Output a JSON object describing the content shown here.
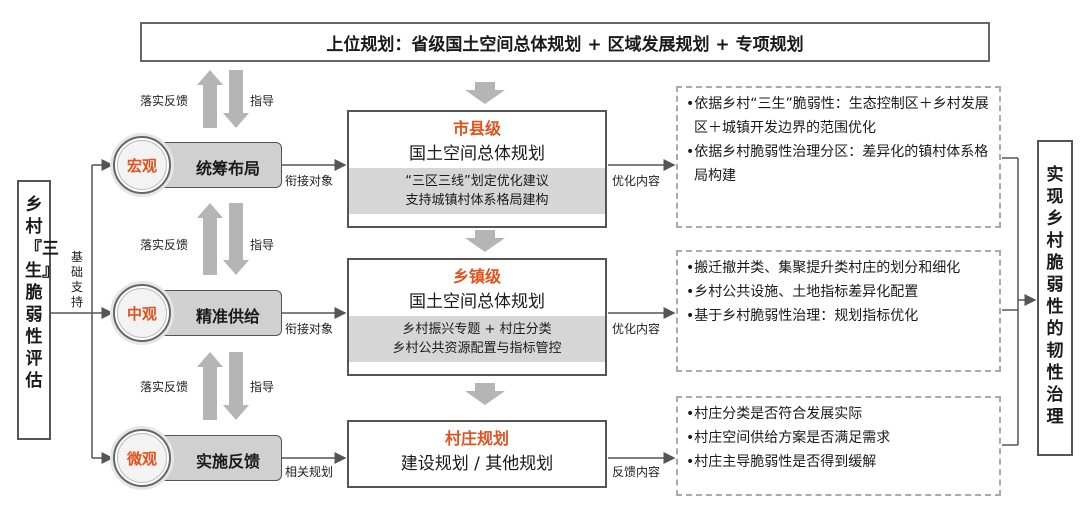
{
  "top_title": "上位规划：省级国土空间总体规划 + 区域发展规划 + 专项规划",
  "left_box": "乡村『三生』脆弱性评估",
  "right_box": "实现乡村脆弱性的韧性治理",
  "base_support": "基础支持",
  "feedback_label": "落实反馈",
  "guide_label": "指导",
  "levels": [
    {
      "circle": "宏观",
      "label": "统筹布局",
      "link": "衔接对象",
      "out": "优化内容"
    },
    {
      "circle": "中观",
      "label": "精准供给",
      "link": "衔接对象",
      "out": "优化内容"
    },
    {
      "circle": "微观",
      "label": "实施反馈",
      "link": "相关规划",
      "out": "反馈内容"
    }
  ],
  "plans": [
    {
      "title": "市县级",
      "sub": "国土空间总体规划",
      "detail1": "“三区三线”划定优化建议",
      "detail2": "支持城镇村体系格局建构"
    },
    {
      "title": "乡镇级",
      "sub": "国土空间总体规划",
      "detail1": "乡村振兴专题 + 村庄分类",
      "detail2": "乡村公共资源配置与指标管控"
    },
    {
      "title": "村庄规划",
      "sub": "建设规划 / 其他规划"
    }
  ],
  "contents": [
    [
      "•依据乡村“三生”脆弱性：生态控制区＋乡村发展区＋城镇开发边界的范围优化",
      "•依据乡村脆弱性治理分区：差异化的镇村体系格局构建"
    ],
    [
      "•搬迁撤并类、集聚提升类村庄的划分和细化",
      "•乡村公共设施、土地指标差异化配置",
      "•基于乡村脆弱性治理：规划指标优化"
    ],
    [
      "•村庄分类是否符合发展实际",
      "•村庄空间供给方案是否满足需求",
      "•村庄主导脆弱性是否得到缓解"
    ]
  ],
  "colors": {
    "accent": "#e0531e",
    "grey_fill": "#d0d0d0"
  }
}
